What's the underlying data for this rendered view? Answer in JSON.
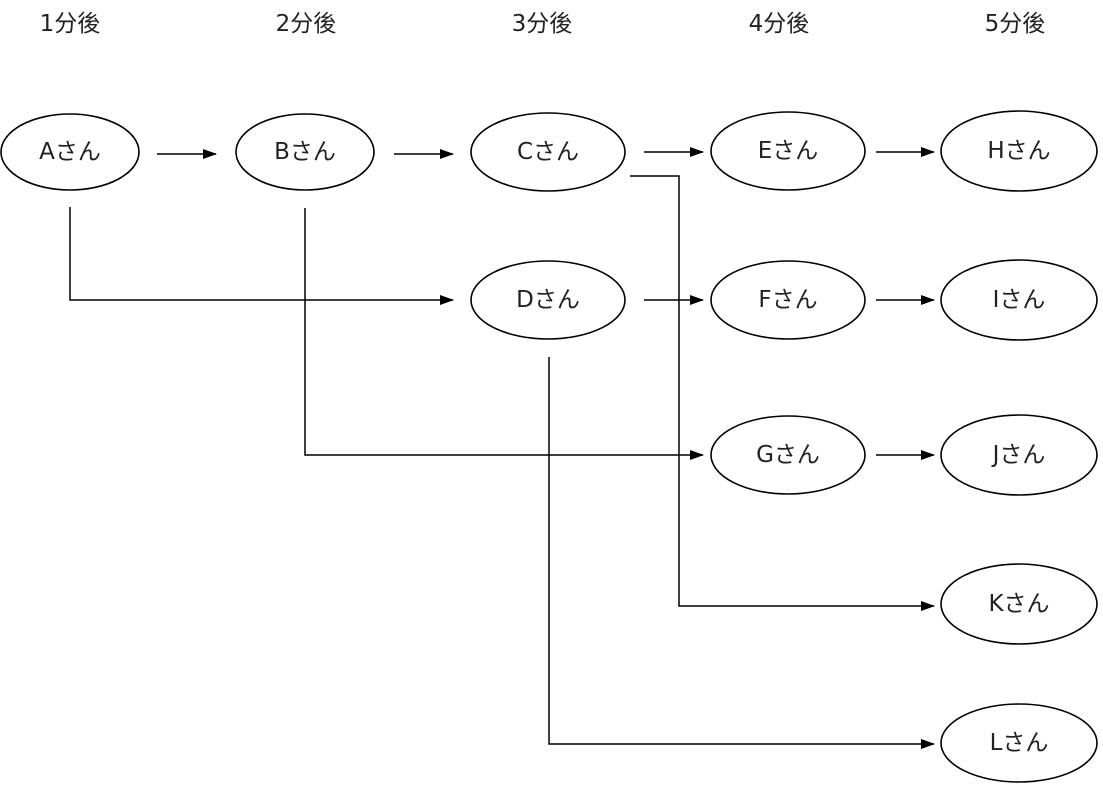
{
  "headers": [
    "1分後",
    "2分後",
    "3分後",
    "4分後",
    "5分後"
  ],
  "nodes": [
    {
      "id": "A",
      "label": "Aさん"
    },
    {
      "id": "B",
      "label": "Bさん"
    },
    {
      "id": "C",
      "label": "Cさん"
    },
    {
      "id": "D",
      "label": "Dさん"
    },
    {
      "id": "E",
      "label": "Eさん"
    },
    {
      "id": "F",
      "label": "Fさん"
    },
    {
      "id": "G",
      "label": "Gさん"
    },
    {
      "id": "H",
      "label": "Hさん"
    },
    {
      "id": "I",
      "label": "Iさん"
    },
    {
      "id": "J",
      "label": "Jさん"
    },
    {
      "id": "K",
      "label": "Kさん"
    },
    {
      "id": "L",
      "label": "Lさん"
    }
  ],
  "edges": [
    {
      "from": "A",
      "to": "B"
    },
    {
      "from": "B",
      "to": "C"
    },
    {
      "from": "C",
      "to": "E"
    },
    {
      "from": "E",
      "to": "H"
    },
    {
      "from": "A",
      "to": "D"
    },
    {
      "from": "D",
      "to": "F"
    },
    {
      "from": "F",
      "to": "I"
    },
    {
      "from": "B",
      "to": "G"
    },
    {
      "from": "G",
      "to": "J"
    },
    {
      "from": "C",
      "to": "K"
    },
    {
      "from": "D",
      "to": "L"
    }
  ]
}
